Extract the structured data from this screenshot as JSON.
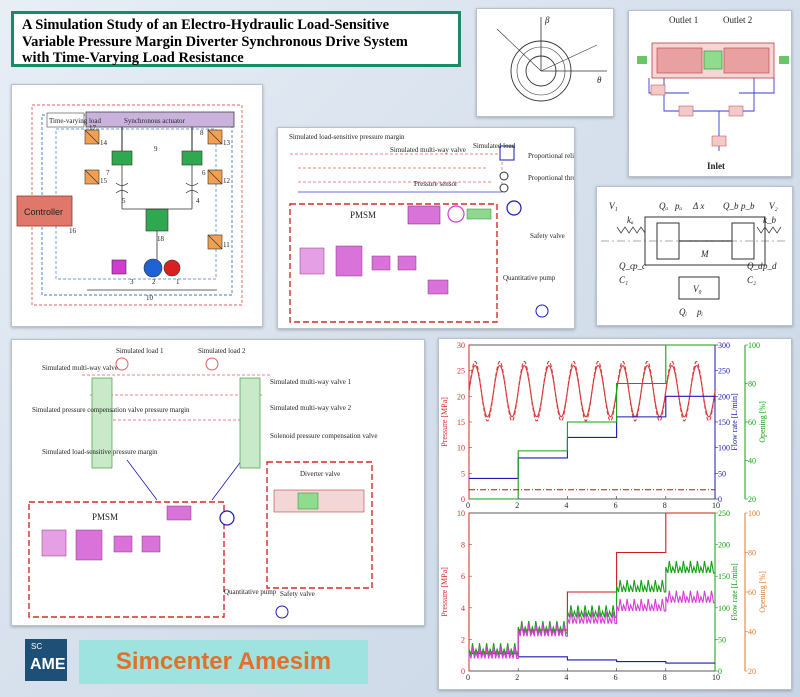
{
  "title": "A Simulation Study of an Electro-Hydraulic Load-Sensitive\nVariable Pressure Margin Diverter Synchronous Drive System\nwith Time-Varying Load Resistance",
  "brand": {
    "logo_small": "SC",
    "logo_big": "AME",
    "name": "Simcenter Amesim"
  },
  "schematic": {
    "time_varying_load": "Time-varying load",
    "actuator": "Synchronous actuator",
    "controller": "Controller",
    "numbers": [
      "17",
      "14",
      "15",
      "9",
      "8",
      "13",
      "7",
      "6",
      "12",
      "5",
      "4",
      "16",
      "18",
      "11",
      "3",
      "2",
      "1",
      "10"
    ]
  },
  "rotor": {
    "beta": "β",
    "theta": "θ"
  },
  "diverter_valve": {
    "outlet1": "Outlet 1",
    "outlet2": "Outlet 2",
    "inlet": "Inlet"
  },
  "valve_model": {
    "V1": "V₁",
    "V2": "V₂",
    "Qa": "Qₐ",
    "pa": "pₐ",
    "dx": "Δ x",
    "Qb": "Q_b",
    "pb": "p_b",
    "ka": "kₐ",
    "kb": "k_b",
    "M": "M",
    "Qc": "Q_c",
    "pc": "p_c",
    "Qd": "Q_d",
    "pd": "p_d",
    "C1": "C₁",
    "C2": "C₂",
    "V0": "V₀",
    "Qi": "Qᵢ",
    "pi": "pᵢ"
  },
  "amesim_top": {
    "sim_margin": "Simulated load-sensitive pressure margin",
    "sim_multiway": "Simulated multi-way valve",
    "sim_load": "Simulated load",
    "prop_relief": "Proportional relief valve",
    "pressure_sensor": "Pressure sensor",
    "prop_throttle": "Proportional throttle valve",
    "pmsm": "PMSM",
    "safety_valve": "Safety valve",
    "quant_pump": "Quantitative pump"
  },
  "amesim_bottom": {
    "sim_load1": "Simulated load 1",
    "sim_load2": "Simulated load 2",
    "sim_multiway": "Simulated multi-way valve",
    "sim_multiway1": "Simulated multi-way valve 1",
    "sim_pcv_margin": "Simulated pressure compensation valve pressure margin",
    "sim_multiway2": "Simulated multi-way valve 2",
    "sim_ls_margin": "Simulated load-sensitive pressure margin",
    "solenoid_pcv": "Solenoid pressure compensation valve",
    "diverter_valve": "Diverter valve",
    "pmsm": "PMSM",
    "quant_pump": "Quantitative pump",
    "safety_valve": "Safety valve"
  },
  "chart_data": [
    {
      "type": "line",
      "x": [
        0,
        2,
        4,
        6,
        8,
        10
      ],
      "xlim": [
        0,
        10
      ],
      "x_ticks": [
        "0",
        "2",
        "4",
        "6",
        "8",
        "10"
      ],
      "axes": {
        "left": {
          "label": "Pressure [MPa]",
          "ticks": [
            0,
            5,
            10,
            15,
            20,
            25,
            30
          ],
          "ylim": [
            0,
            30
          ]
        },
        "right1": {
          "label": "Flow rate [L/min]",
          "ticks": [
            0,
            50,
            100,
            150,
            200,
            250,
            300
          ],
          "ylim": [
            0,
            300
          ]
        },
        "right2": {
          "label": "Opening [%]",
          "ticks": [
            20,
            40,
            60,
            80,
            100
          ],
          "ylim": [
            20,
            100
          ]
        }
      },
      "series": [
        {
          "color": "#d93a3a",
          "axis": "left",
          "kind": "sine",
          "mean": 21,
          "amplitude": 5,
          "period": 1
        },
        {
          "color": "#d93a3a",
          "axis": "left",
          "kind": "sine-dashed",
          "mean": 21,
          "amplitude": 5.8,
          "period": 1
        },
        {
          "color": "#1a1ab5",
          "axis": "right1",
          "kind": "step",
          "x": [
            0,
            2,
            4,
            6,
            8,
            10
          ],
          "y": [
            40,
            80,
            120,
            160,
            200,
            200
          ]
        },
        {
          "color": "#12a012",
          "axis": "right2",
          "kind": "step",
          "x": [
            0,
            2,
            4,
            6,
            8,
            10
          ],
          "y": [
            20,
            45,
            60,
            80,
            100,
            100
          ]
        },
        {
          "color": "#b01818",
          "axis": "left",
          "kind": "flat-dashdot",
          "y": 1.8
        }
      ]
    },
    {
      "type": "line",
      "xlim": [
        0,
        10
      ],
      "x_ticks": [
        "0",
        "2",
        "4",
        "6",
        "8",
        "10"
      ],
      "axes": {
        "left": {
          "label": "Pressure [MPa]",
          "ticks": [
            0,
            2,
            4,
            6,
            8,
            10
          ],
          "ylim": [
            0,
            10
          ]
        },
        "right1": {
          "label": "Flow rate [L/min]",
          "ticks": [
            0,
            50,
            100,
            150,
            200,
            250
          ],
          "ylim": [
            0,
            250
          ]
        },
        "right2": {
          "label": "Opening [%]",
          "ticks": [
            20,
            40,
            60,
            80,
            100
          ],
          "ylim": [
            20,
            100
          ]
        }
      },
      "series": [
        {
          "color": "#c81e1e",
          "axis": "left",
          "kind": "step",
          "x": [
            0,
            2,
            4,
            6,
            8,
            10
          ],
          "y": [
            1.2,
            2.6,
            5.0,
            7.5,
            10.0,
            10.0
          ]
        },
        {
          "color": "#1a1ab5",
          "axis": "left",
          "kind": "step-down",
          "x": [
            0,
            2,
            4,
            6,
            8,
            10
          ],
          "y": [
            1.1,
            0.9,
            0.7,
            0.6,
            0.5,
            0.5
          ]
        },
        {
          "color": "#12a012",
          "axis": "right1",
          "kind": "step-noisy",
          "x": [
            0,
            2,
            4,
            6,
            8,
            10
          ],
          "y": [
            25,
            60,
            85,
            125,
            155,
            155
          ]
        },
        {
          "color": "#d63cd6",
          "axis": "right1",
          "kind": "step-noisy",
          "x": [
            0,
            2,
            4,
            6,
            8,
            10
          ],
          "y": [
            20,
            55,
            75,
            95,
            108,
            108
          ]
        }
      ]
    }
  ]
}
